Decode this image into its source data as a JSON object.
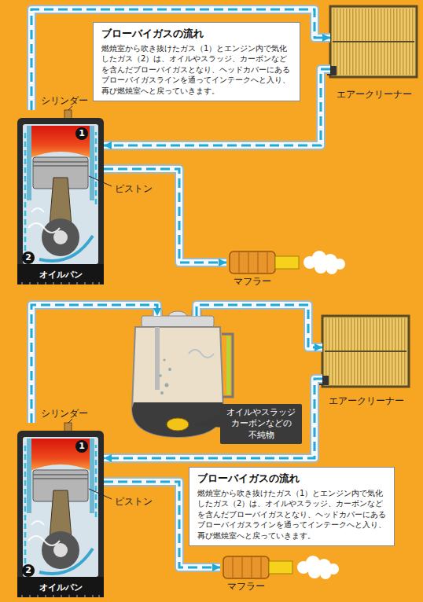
{
  "diagram": {
    "nodes": [
      {
        "text": [
          "ブローバイガスの流れ",
          "燃焼室から吹き抜けたガス（1）とエンジン内で気化したガス（2）は、オイルやスラッジ、カーボンなどを含んだブローバイガスとなり、ヘッドカバーにあるブローバイガスラインを通ってインテークへと入り、再び燃焼室へと戻っていきます。"
        ]
      },
      {
        "text": [
          "エアークリーナー"
        ]
      },
      {
        "text": [
          "オイルパン"
        ]
      },
      {
        "text": [
          "マフラー"
        ]
      },
      {
        "text": [
          "オイルやスラッジ カーボンなどの 不純物"
        ]
      },
      {
        "text": [
          "エアークリーナー"
        ]
      },
      {
        "text": [
          "オイルパン"
        ]
      },
      {
        "text": [
          "ブローバイガスの流れ",
          "燃焼室から吹き抜けたガス（1）とエンジン内で気化したガス（2）は、オイルやスラッジ、カーボンなどを含んだブローバイガスとなり、ヘッドカバーにあるブローバイガスラインを通ってインテークへと入り、再び燃焼室へと戻っていきます。"
        ]
      },
      {
        "text": [
          "マフラー"
        ]
      }
    ],
    "edges": [
      {
        "from": 2,
        "to": 1,
        "arrow": "to"
      },
      {
        "from": 1,
        "to": 2,
        "arrow": "to"
      },
      {
        "from": 2,
        "to": 3,
        "arrow": "to"
      },
      {
        "from": 6,
        "to": 4,
        "arrow": "to"
      },
      {
        "from": 4,
        "to": 5,
        "arrow": "to"
      },
      {
        "from": 5,
        "to": 6,
        "arrow": "to"
      },
      {
        "from": 6,
        "to": 8,
        "arrow": "to"
      }
    ],
    "labels": [
      "シリンダー",
      "1",
      "ピストン",
      "2",
      "シリンダー",
      "1",
      "ピストン",
      "2"
    ]
  }
}
